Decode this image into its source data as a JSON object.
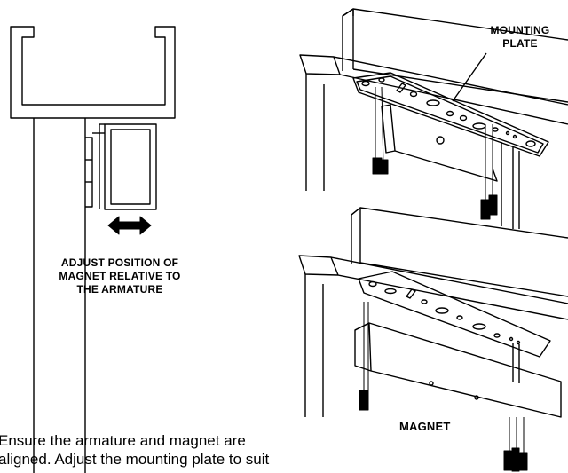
{
  "labels": {
    "adjust_line1": "ADJUST POSITION OF",
    "adjust_line2": "MAGNET RELATIVE TO",
    "adjust_line3": "THE ARMATURE",
    "mounting_line1": "MOUNTING",
    "mounting_line2": "PLATE",
    "magnet": "MAGNET"
  },
  "instructions": {
    "line1": "Ensure the armature and magnet are",
    "line2": "aligned. Adjust the mounting plate to suit"
  },
  "icons": {
    "adjust_arrow": "double-headed-arrow-icon",
    "screws": "screw-icon"
  }
}
